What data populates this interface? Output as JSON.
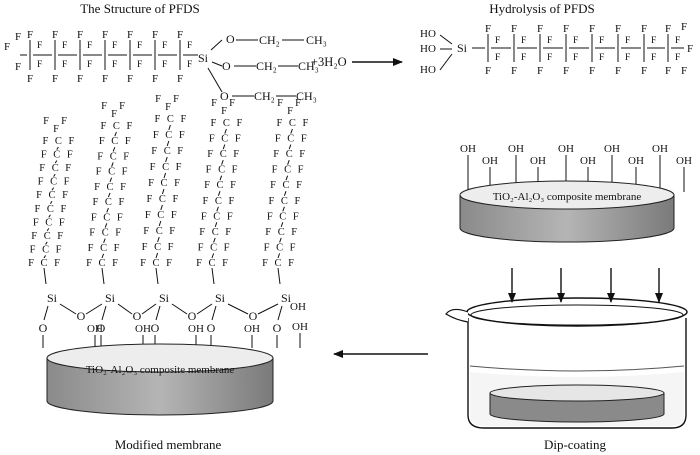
{
  "titles": {
    "structure": "The Structure of PFDS",
    "hydrolysis": "Hydrolysis of PFDS",
    "modified": "Modified membrane",
    "dip": "Dip-coating"
  },
  "reaction": {
    "plus_water": "+3H₂O"
  },
  "atoms": {
    "F": "F",
    "Si": "Si",
    "O": "O",
    "OH": "OH",
    "HO": "HO",
    "CH2": "CH₂",
    "CH3": "CH₃"
  },
  "membrane": {
    "label_top": "TiO₂-Al₂O₃ composite membrane",
    "label_bottom": "TiO₂-Al₂O₃ composite membrane"
  }
}
